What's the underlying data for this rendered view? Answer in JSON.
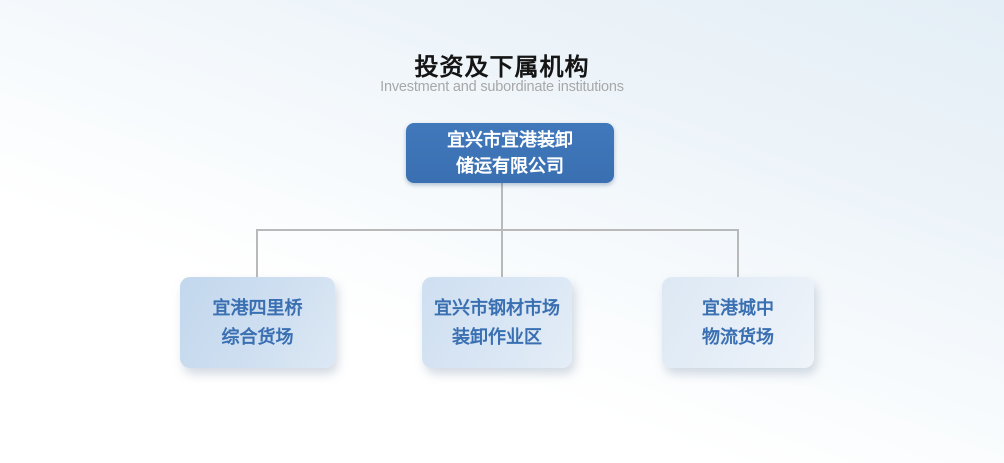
{
  "page": {
    "title": "投资及下属机构",
    "subtitle": "Investment and subordinate institutions"
  },
  "org_chart": {
    "root": {
      "line1": "宜兴市宜港装卸",
      "line2": "储运有限公司"
    },
    "children": [
      {
        "line1": "宜港四里桥",
        "line2": "综合货场"
      },
      {
        "line1": "宜兴市钢材市场",
        "line2": "装卸作业区"
      },
      {
        "line1": "宜港城中",
        "line2": "物流货场"
      }
    ]
  },
  "colors": {
    "background_top": "#e4eef6",
    "background_bottom": "#ffffff",
    "title_text": "#151515",
    "subtitle_text": "#a8a8a8",
    "root_box_bg": "#3b73b5",
    "root_box_text": "#ffffff",
    "child_text": "#3a70b2",
    "child_box_bg_1": "#c7daee",
    "child_box_bg_2": "#d4e2f2",
    "child_box_bg_3": "#e2ebf5",
    "connector_line": "#b9b9b9"
  }
}
